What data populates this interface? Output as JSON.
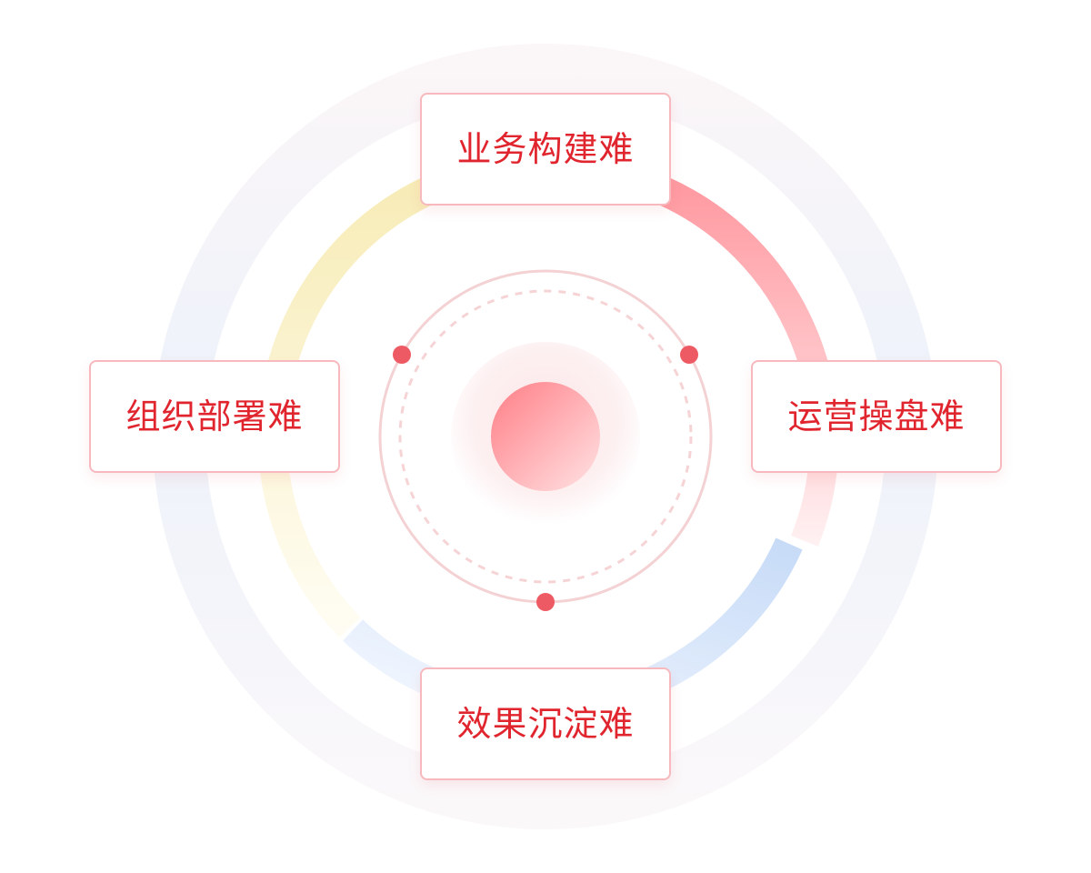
{
  "labels": {
    "top": "业务构建难",
    "left": "组织部署难",
    "right": "运营操盘难",
    "bottom": "效果沉淀难"
  },
  "colors": {
    "label_text": "#e0252e",
    "label_border": "#f7b9bd",
    "accent_red": "#ee5a63",
    "ring_red": "#ff9ea4",
    "ring_yellow": "#f6eaa8",
    "ring_blue": "#c9dcf7",
    "outer_ring": "#f3f4f9",
    "inner_circle": "#f4d2d4"
  },
  "icons": {
    "markers": "dot-marker",
    "center": "center-orb"
  }
}
